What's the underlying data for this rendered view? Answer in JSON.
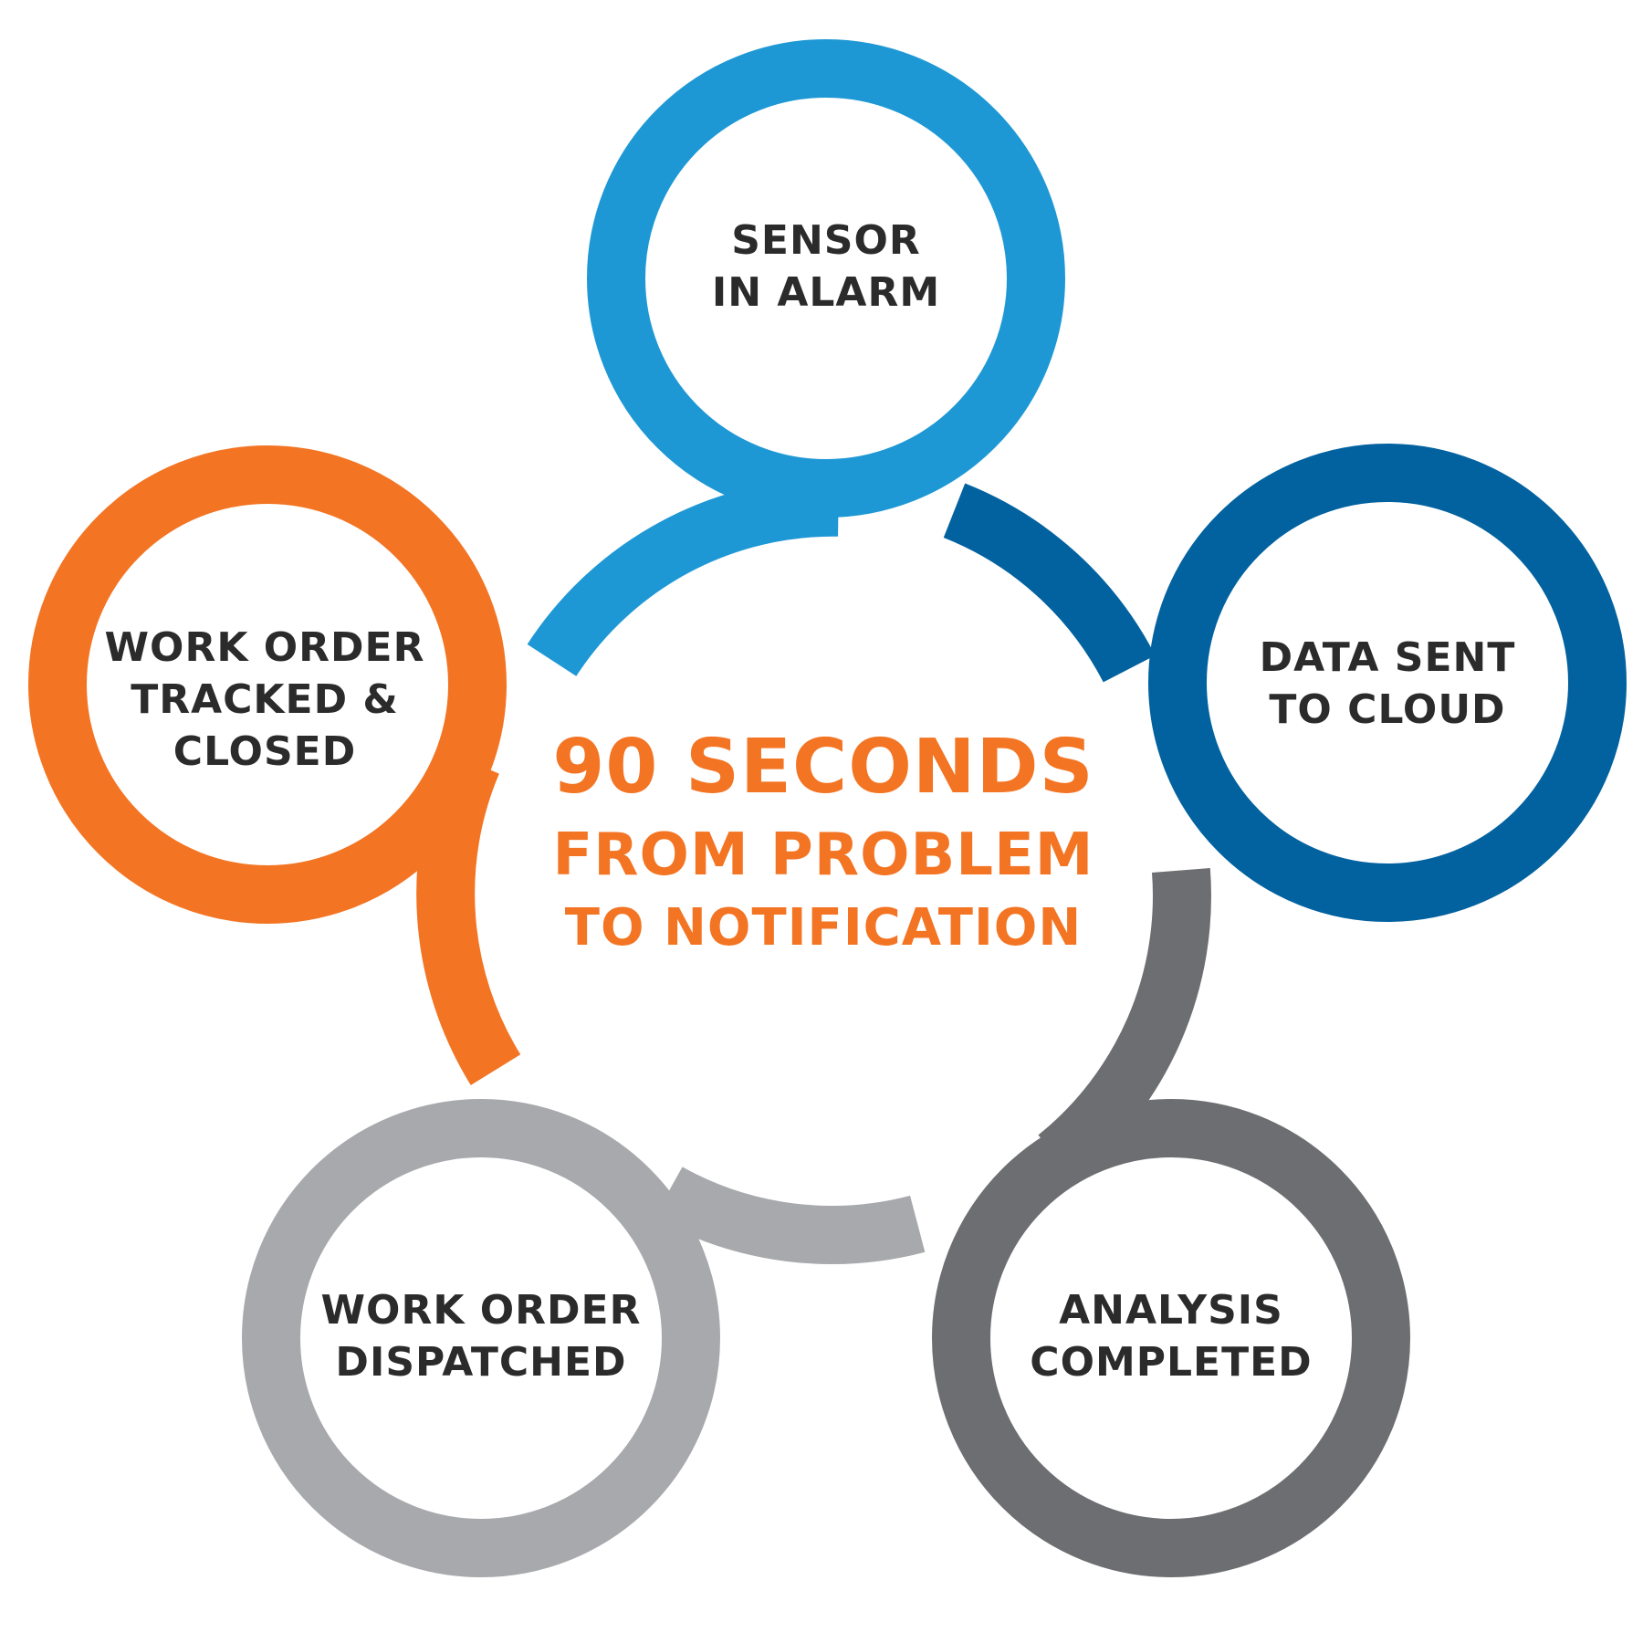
{
  "center": {
    "line1": "90 SECONDS",
    "line2": "FROM PROBLEM",
    "line3": "TO NOTIFICATION",
    "color": "#F37423"
  },
  "steps": [
    {
      "name": "sensor-in-alarm",
      "lines": [
        "SENSOR",
        "IN ALARM"
      ],
      "color": "#1E98D5"
    },
    {
      "name": "data-sent-to-cloud",
      "lines": [
        "DATA SENT",
        "TO CLOUD"
      ],
      "color": "#0262A0"
    },
    {
      "name": "analysis-completed",
      "lines": [
        "ANALYSIS",
        "COMPLETED"
      ],
      "color": "#6D6E71"
    },
    {
      "name": "work-order-dispatched",
      "lines": [
        "WORK ORDER",
        "DISPATCHED"
      ],
      "color": "#A7A9AC"
    },
    {
      "name": "work-order-tracked-closed",
      "lines": [
        "WORK ORDER",
        "TRACKED &",
        "CLOSED"
      ],
      "color": "#F37423"
    }
  ],
  "text_color": "#2B2B2B"
}
